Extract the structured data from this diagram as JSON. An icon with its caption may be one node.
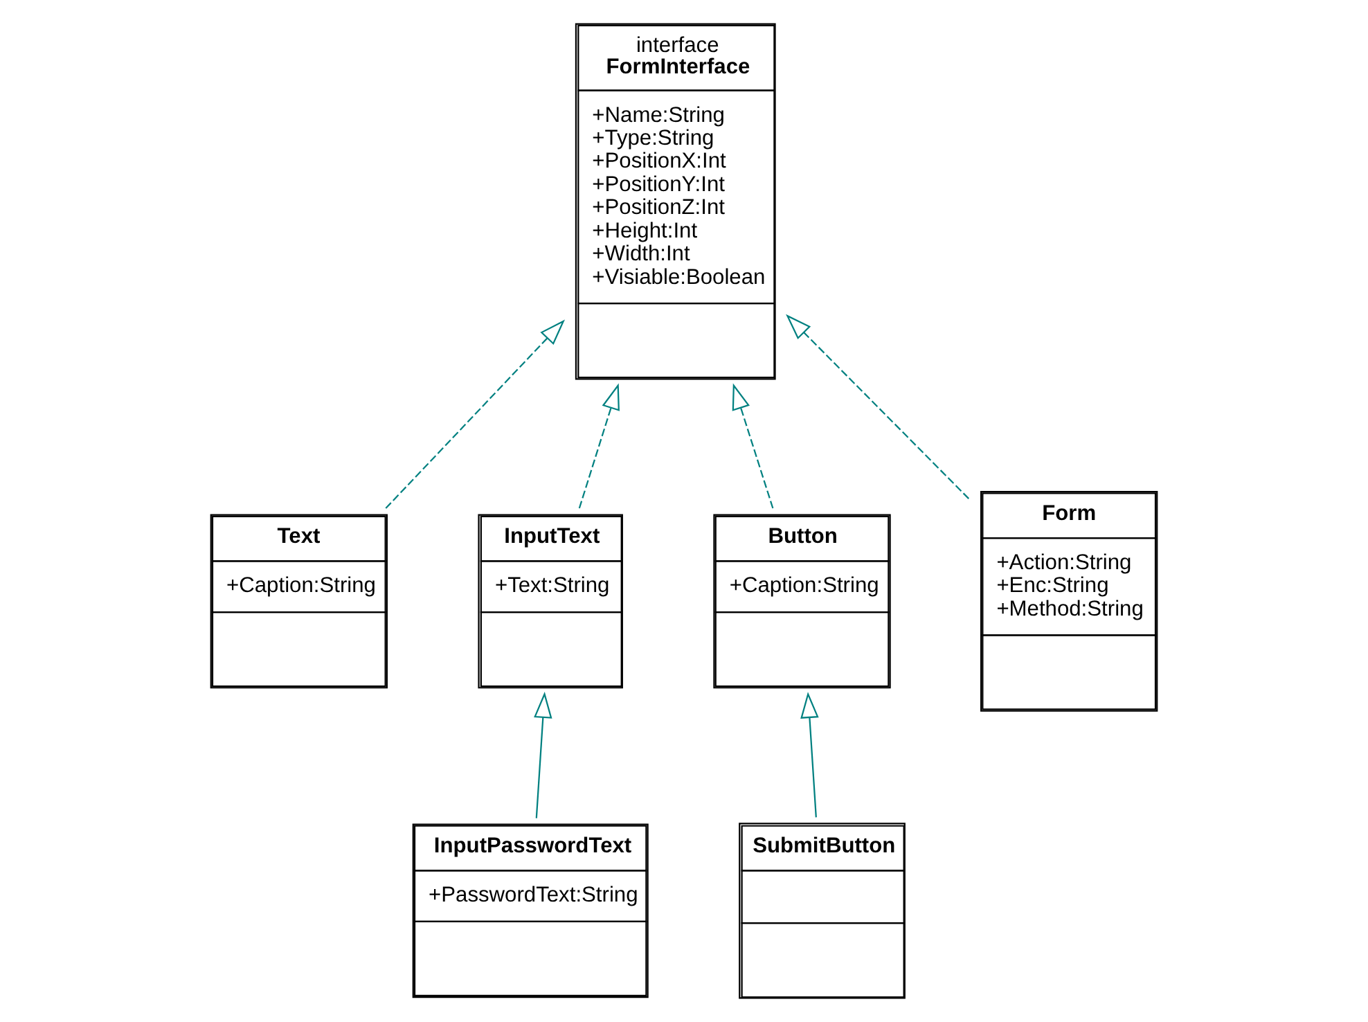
{
  "diagram": {
    "nodes": [
      {
        "text": [
          "Text",
          "+Caption:String"
        ]
      },
      {
        "text": [
          "interface",
          "FormInterface",
          "+Name:String",
          "+Type:String",
          "+PositionX:Int",
          "+PositionY:Int",
          "+PositionZ:Int",
          "+Height:Int",
          "+Width:Int",
          "+Visiable:Boolean"
        ]
      },
      {
        "text": [
          "InputText",
          "+Text:String"
        ]
      },
      {
        "text": [
          "Button",
          "+Caption:String"
        ]
      },
      {
        "text": [
          "InputPasswordText",
          "+PasswordText:String"
        ]
      },
      {
        "text": [
          "SubmitButton"
        ]
      },
      {
        "text": [
          "Form",
          "+Action:String",
          "+Enc:String",
          "+Method:String"
        ]
      }
    ],
    "edges": [
      {
        "from": 0,
        "to": 1,
        "arrow": "to",
        "style": "dashed"
      },
      {
        "from": 2,
        "to": 1,
        "arrow": "to",
        "style": "dashed"
      },
      {
        "from": 3,
        "to": 1,
        "arrow": "to",
        "style": "dashed"
      },
      {
        "from": 4,
        "to": 2,
        "arrow": "to"
      },
      {
        "from": 5,
        "to": 3,
        "arrow": "to"
      },
      {
        "from": 6,
        "to": 1,
        "arrow": "to",
        "style": "dashed"
      }
    ]
  }
}
